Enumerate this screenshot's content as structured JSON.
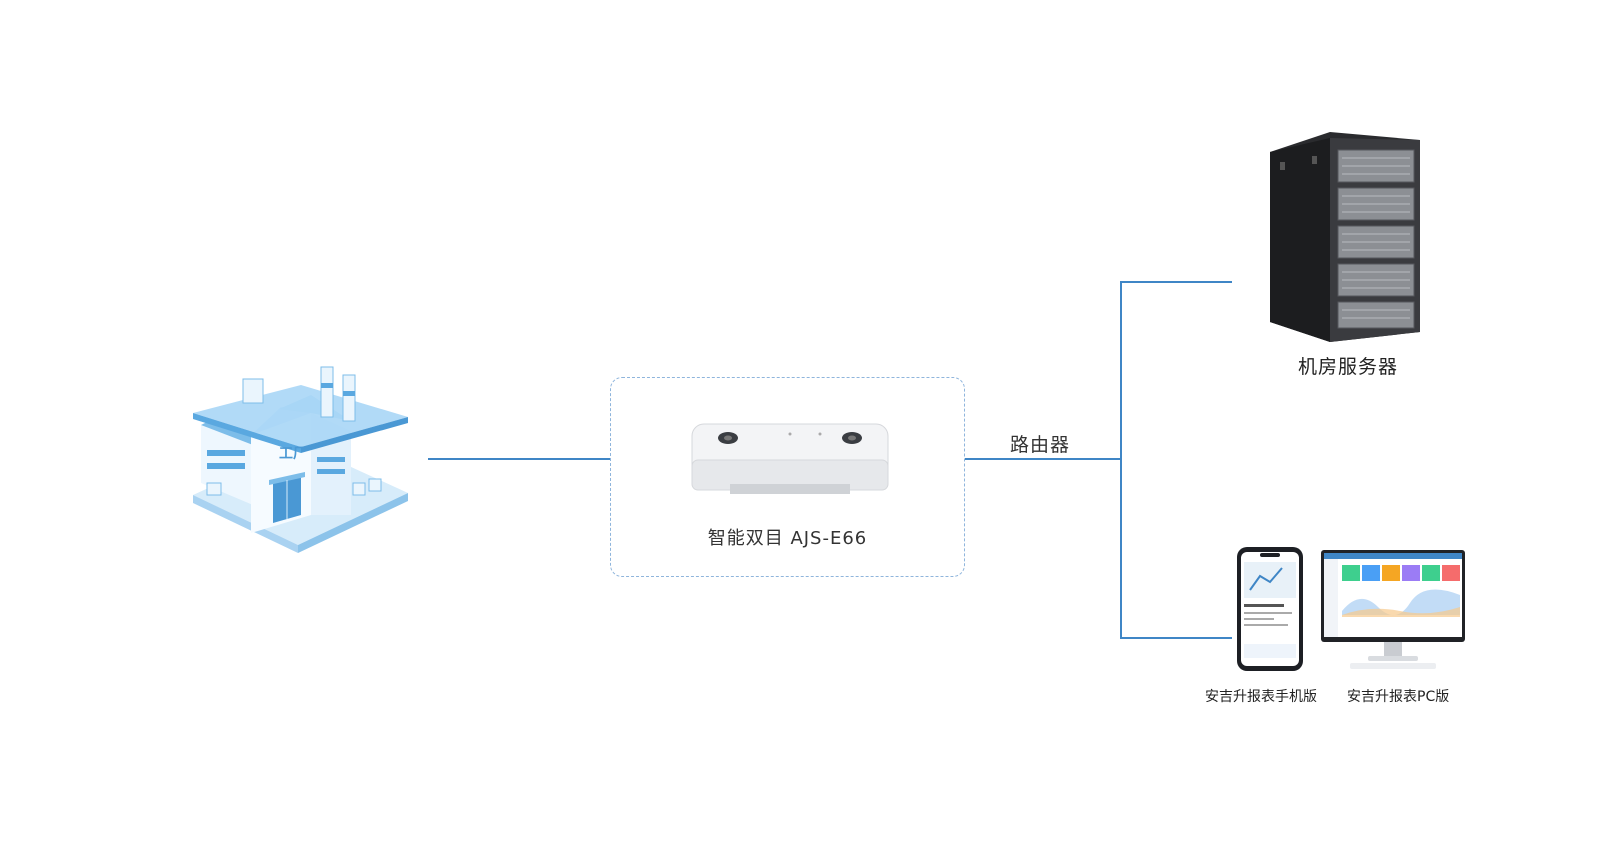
{
  "nodes": {
    "device": {
      "label": "智能双目 AJS-E66"
    },
    "router": {
      "label": "路由器"
    },
    "server": {
      "label": "机房服务器"
    },
    "mobile": {
      "label": "安吉升报表手机版"
    },
    "pc": {
      "label": "安吉升报表PC版"
    }
  },
  "factory_sign": "工厂",
  "colors": {
    "line": "#3f86c6",
    "frame": "#8fb5dc",
    "factory_blue": "#5aa8e0"
  }
}
